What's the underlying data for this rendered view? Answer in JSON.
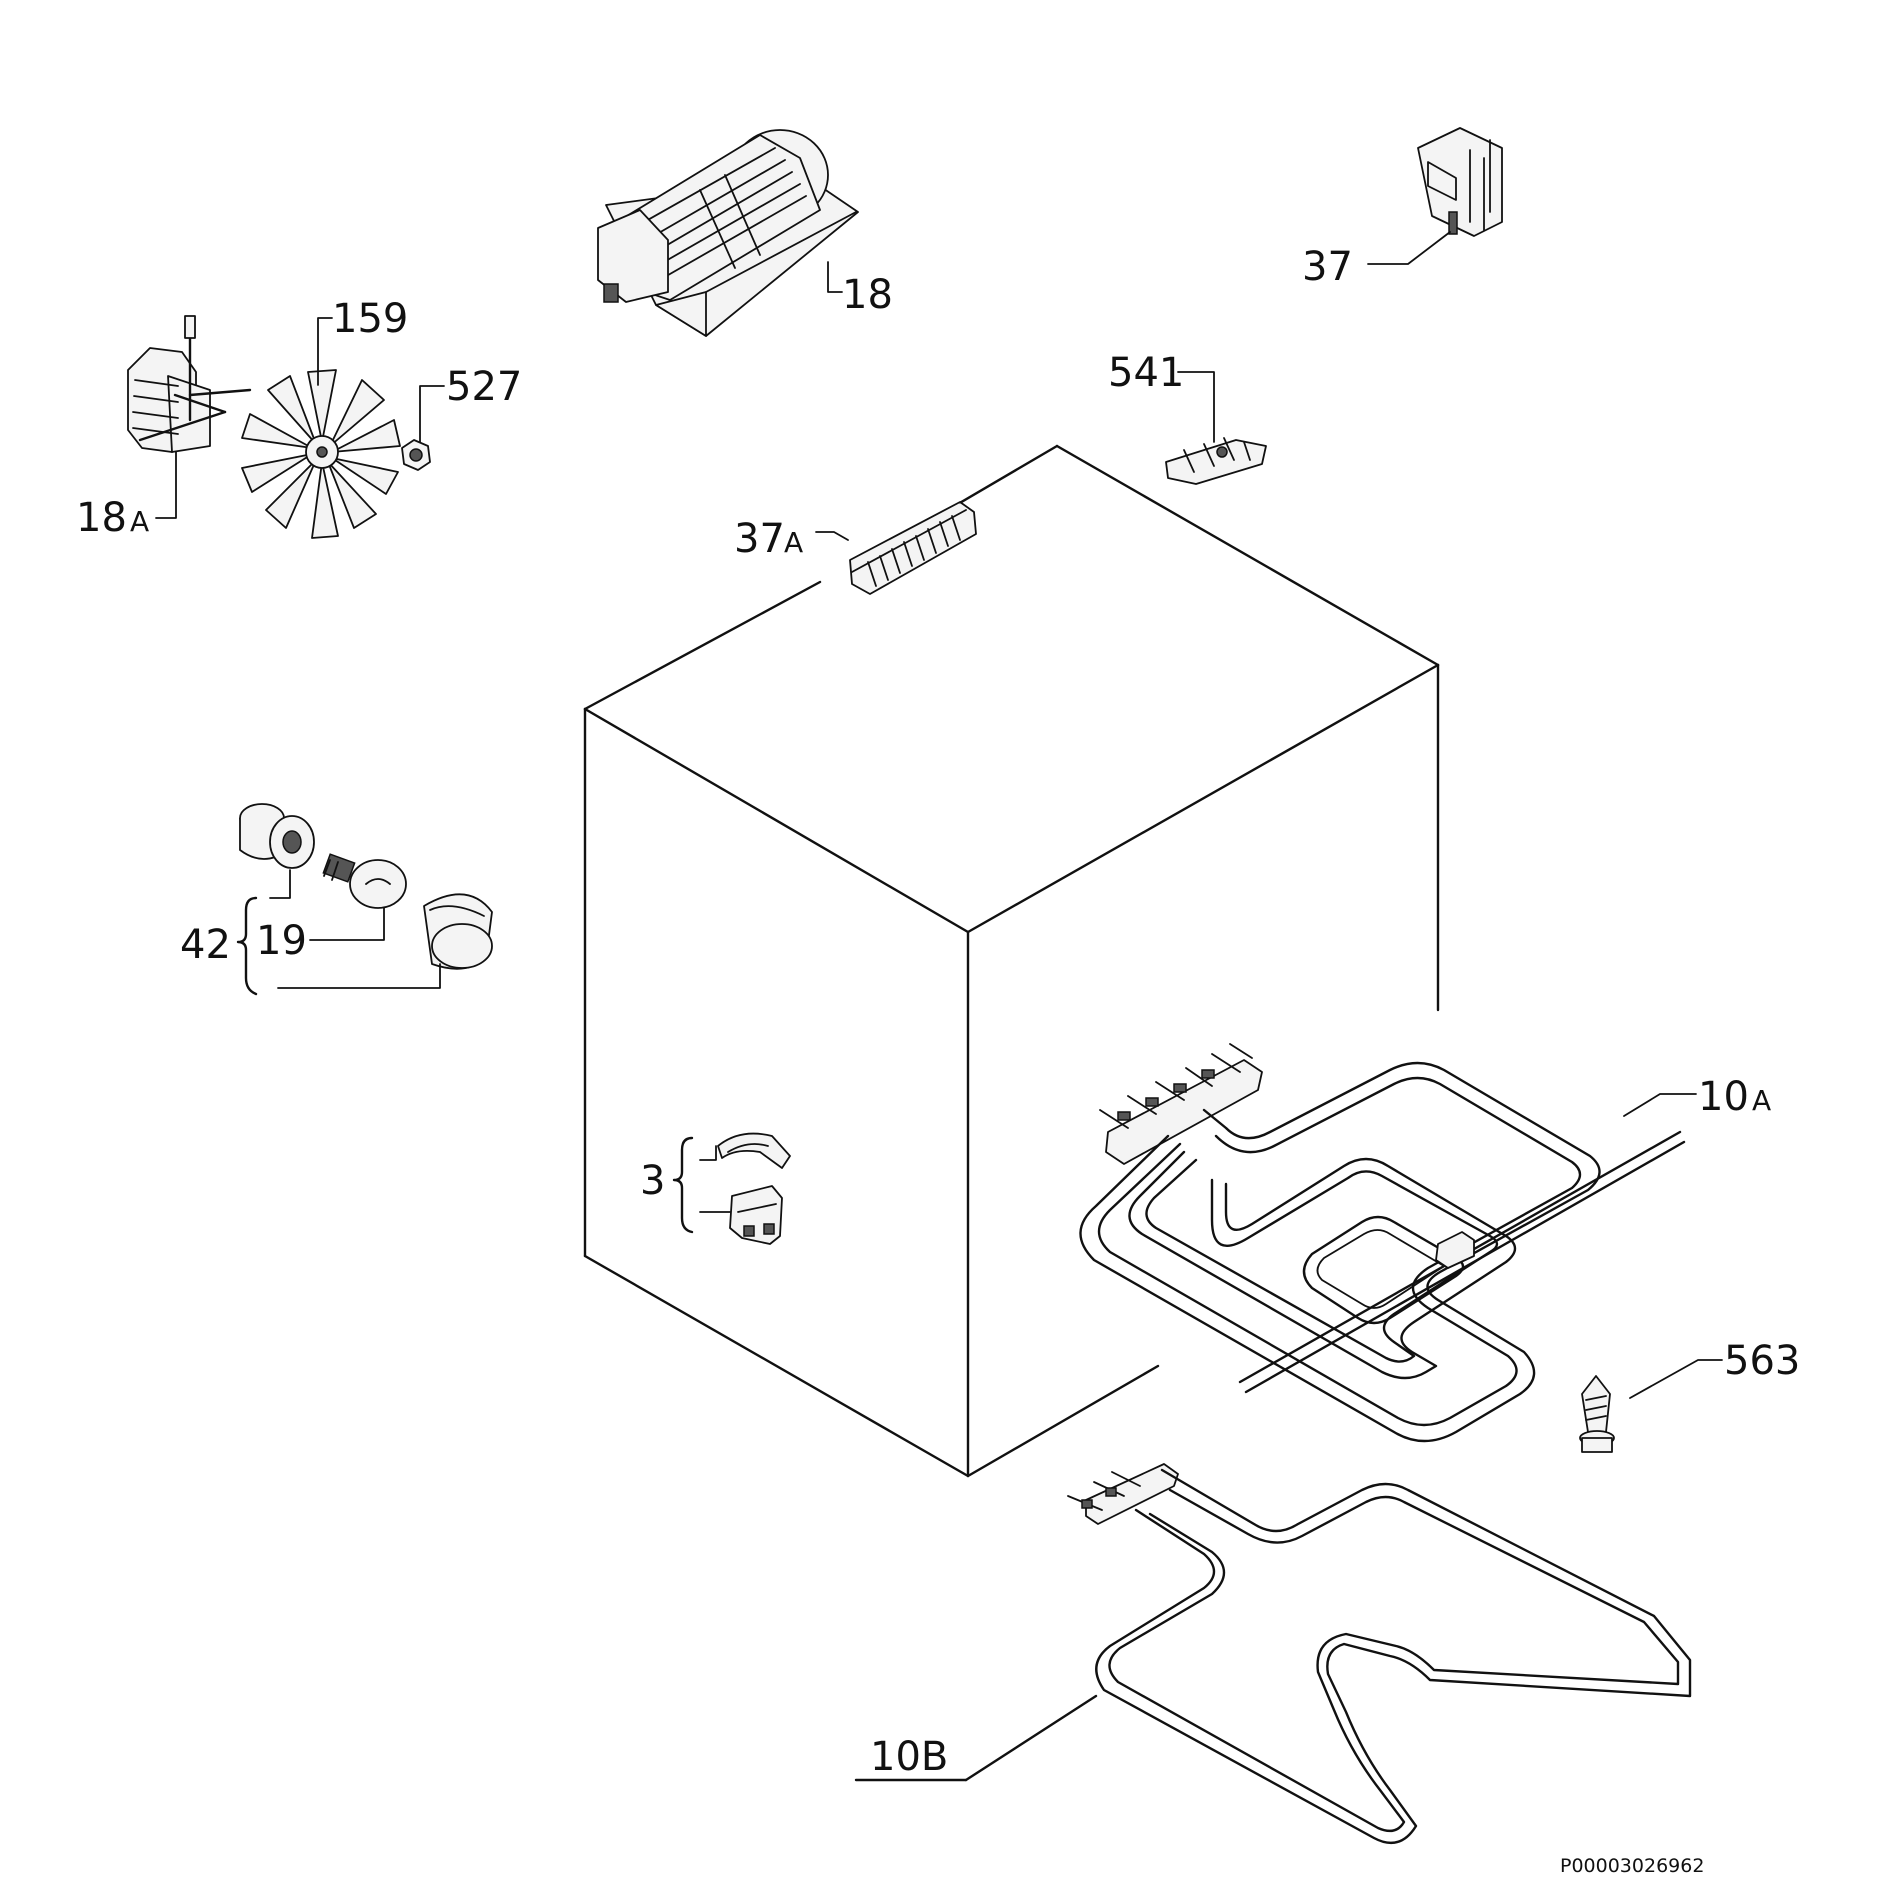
{
  "labels": {
    "p18": "18",
    "p18a_num": "18",
    "p18a_suffix": "A",
    "p159": "159",
    "p527": "527",
    "p37": "37",
    "p541": "541",
    "p37a_num": "37",
    "p37a_suffix": "A",
    "p42": "42",
    "p19": "19",
    "p3": "3",
    "p10a_num": "10",
    "p10a_suffix": "A",
    "p563": "563",
    "p10b": "10B"
  },
  "document_id": "P00003026962"
}
